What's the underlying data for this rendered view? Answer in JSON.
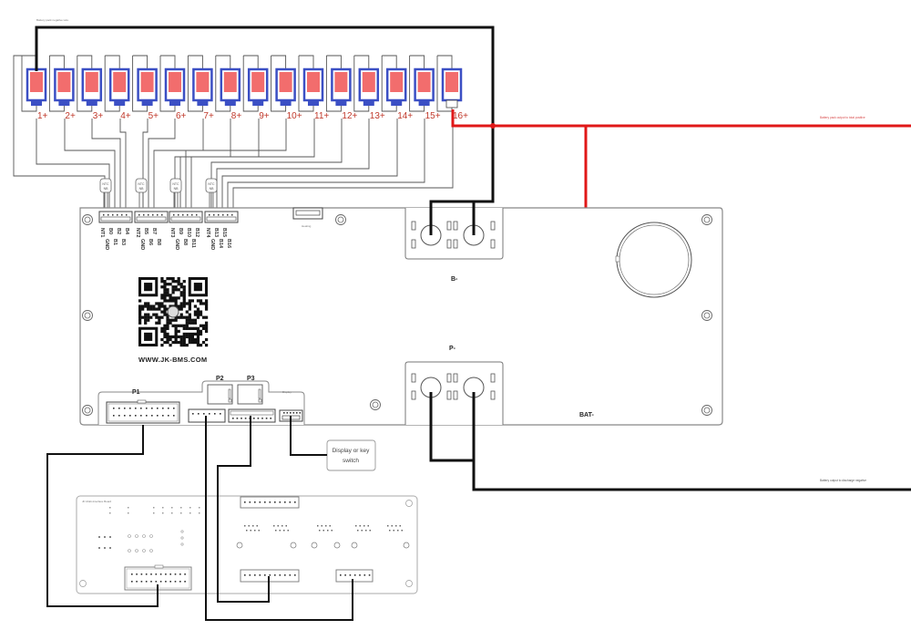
{
  "diagram": {
    "top_note": "Battery pack negative wire",
    "cells": [
      {
        "label": "1+"
      },
      {
        "label": "2+"
      },
      {
        "label": "3+"
      },
      {
        "label": "4+"
      },
      {
        "label": "5+"
      },
      {
        "label": "6+"
      },
      {
        "label": "7+"
      },
      {
        "label": "8+"
      },
      {
        "label": "9+"
      },
      {
        "label": "10+"
      },
      {
        "label": "11+"
      },
      {
        "label": "12+"
      },
      {
        "label": "13+"
      },
      {
        "label": "14+"
      },
      {
        "label": "15+"
      },
      {
        "label": "16+"
      }
    ],
    "ntc_label_top": "NTC",
    "ntc_label_bottom": "NB",
    "connectors": [
      {
        "pins_top": [
          "NT1",
          "B0",
          "B2",
          "B4"
        ],
        "pins_bottom": [
          "GND",
          "B1",
          "B3"
        ]
      },
      {
        "pins_top": [
          "NT2",
          "B5",
          "B7"
        ],
        "pins_bottom": [
          "GND",
          "B6",
          "B8"
        ]
      },
      {
        "pins_top": [
          "NT3",
          "B9",
          "B10",
          "B12"
        ],
        "pins_bottom": [
          "GND",
          "B8",
          "B11"
        ]
      },
      {
        "pins_top": [
          "NT4",
          "B13",
          "B15"
        ],
        "pins_bottom": [
          "GND",
          "B14",
          "B16"
        ]
      }
    ],
    "heating_label": "Heating",
    "b_label": "B-",
    "p_label": "P-",
    "bat_label": "BAT-",
    "url": "WWW.JK-BMS.COM",
    "p1_label": "P1",
    "p2_label": "P2",
    "p3_label": "P3",
    "display_label": "Display",
    "callout_line1": "Display or key",
    "callout_line2": "switch",
    "red_wire_note": "Battery pack output to total positive",
    "black_wire_note": "Battery output to discharge negative",
    "sub_board_note": "JK Multi-Interface Board"
  },
  "colors": {
    "cell_body": "#3b4fc4",
    "cell_fill": "#f26d6d",
    "positive_wire": "#e01818",
    "negative_wire": "#111111",
    "board_outline": "#888888"
  }
}
